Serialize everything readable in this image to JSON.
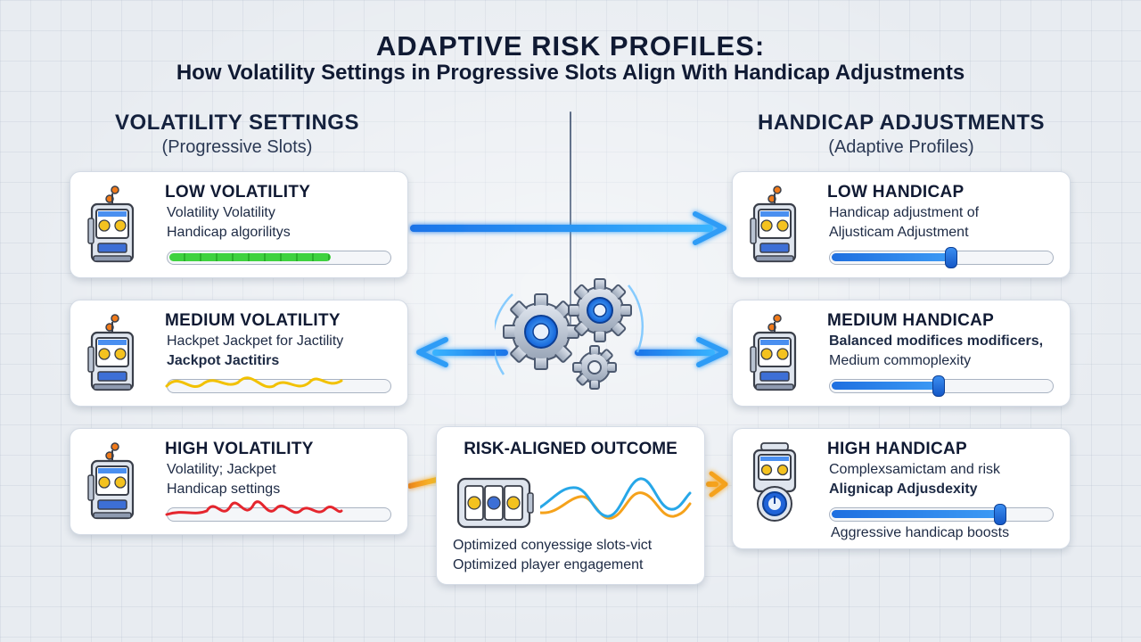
{
  "header": {
    "title": "ADAPTIVE RISK PROFILES:",
    "subtitle": "How Volatility Settings in Progressive Slots Align With Handicap Adjustments"
  },
  "left_column": {
    "heading": "VOLATILITY SETTINGS",
    "subheading": "(Progressive Slots)",
    "cards": [
      {
        "title": "LOW VOLATILITY",
        "line1": "Volatility Volatility",
        "line2": "Handicap algorilitys",
        "indicator": "bar",
        "level": 0.73,
        "color": "#2ec52e"
      },
      {
        "title": "MEDIUM VOLATILITY",
        "line1": "Hackpet Jackpet for Jactility",
        "line2": "Jackpot Jactitirs",
        "indicator": "wave",
        "color": "#f2c100"
      },
      {
        "title": "HIGH VOLATILITY",
        "line1": "Volatility; Jackpet",
        "line2": "Handicap settings",
        "indicator": "wave",
        "color": "#e5262e"
      }
    ]
  },
  "right_column": {
    "heading": "HANDICAP ADJUSTMENTS",
    "subheading": "(Adaptive Profiles)",
    "cards": [
      {
        "title": "LOW HANDICAP",
        "line1": "Handicap adjustment of",
        "line2": "Aljusticam Adjustment",
        "level": 0.55
      },
      {
        "title": "MEDIUM HANDICAP",
        "line1": "Balanced modifices modificers,",
        "line2": "Medium commoplexity",
        "level": 0.49
      },
      {
        "title": "HIGH HANDICAP",
        "line1": "Complexsamictam and risk",
        "line2": "Alignicap Adjusdexity",
        "line3": "Aggressive handicap boosts",
        "level": 0.77
      }
    ]
  },
  "outcome": {
    "title": "RISK-ALIGNED OUTCOME",
    "line1": "Optimized conyessige slots-vict",
    "line2": "Optimized player engagement"
  },
  "colors": {
    "accent_blue": "#2f8cf0",
    "arrow_orange": "#f5a21b",
    "text_dark": "#101a33",
    "low_green": "#2ec52e",
    "medium_yellow": "#f2c100",
    "high_red": "#e5262e"
  },
  "icons": {
    "slot_machine": "slot-machine-icon",
    "gears": "gears-icon",
    "reels": "slot-reels-icon",
    "dial": "gauge-icon"
  }
}
